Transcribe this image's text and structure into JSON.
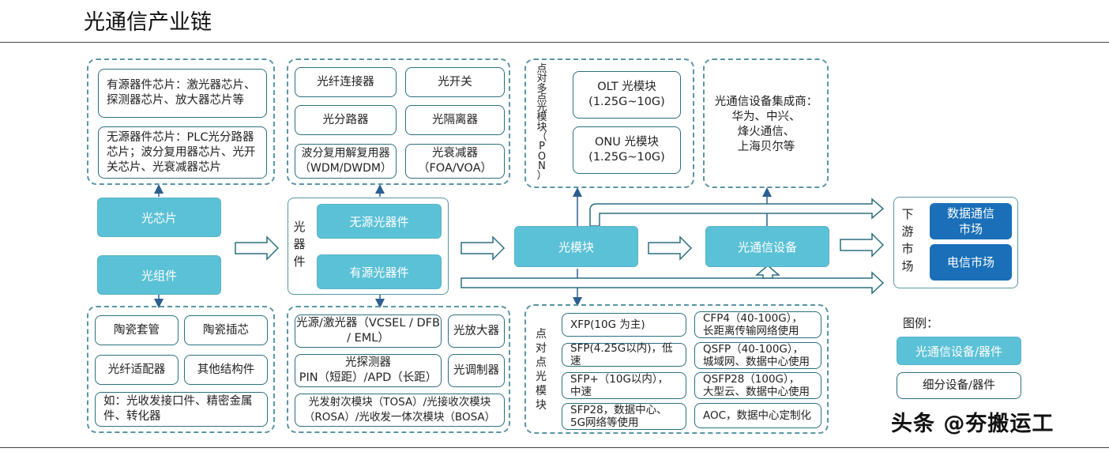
{
  "title": "光通信产业链",
  "colors": {
    "core": "#5bc1d6",
    "market": "#1a6fb8",
    "dashed_border": "#5a95a6",
    "box_border": "#2b6f80"
  },
  "core": {
    "chip": "光芯片",
    "component": "光组件",
    "device_side_label": "光\n器\n件",
    "passive": "无源光器件",
    "active": "有源光器件",
    "module": "光模块",
    "equipment": "光通信设备"
  },
  "upstream_chips": {
    "active_chip": "有源器件芯片：激光器芯片、探测器芯片、放大器芯片等",
    "passive_chip": "无源器件芯片：PLC光分路器芯片；波分复用器芯片、光开关芯片、光衰减器芯片"
  },
  "components": {
    "items": [
      "陶瓷套管",
      "陶瓷插芯",
      "光纤适配器",
      "其他结构件"
    ],
    "note": "如：光收发接口件、精密金属件、转化器"
  },
  "passive_devices": [
    "光纤连接器",
    "光开关",
    "光分路器",
    "光隔离器",
    "波分复用解复用器\n（WDM/DWDM）",
    "光衰减器\n（FOA/VOA）"
  ],
  "active_devices": {
    "laser": "光源/激光器（VCSEL / DFB / EML）",
    "amplifier": "光放大器",
    "detector": "光探测器\nPIN（短距）/APD（长距）",
    "modulator": "光调制器",
    "osa": "光发射次模块（TOSA）/光接收次模块（ROSA）/光收发一体次模块（BOSA）"
  },
  "pon": {
    "label": "点\n对\n多\n点\n光\n模\n块\n（\nP\nO\nN\n）",
    "olt": "OLT 光模块\n(1.25G~10G)",
    "onu": "ONU 光模块\n(1.25G~10G)"
  },
  "p2p": {
    "label": "点\n对\n点\n光\n模\n块",
    "left": [
      "XFP(10G 为主)",
      "SFP(4.25G以内)，低速",
      "SFP+（10G以内），\n中速",
      "SFP28，数据中心、\n5G网络等使用"
    ],
    "right": [
      "CFP4（40-100G），\n长距离传输网络使用",
      "QSFP（40-100G），\n城域网、数据中心使用",
      "QSFP28（100G），\n大型云、数据中心使用",
      "AOC，数据中心定制化"
    ]
  },
  "integrators": "光通信设备集成商：\n华为、中兴、\n烽火通信、\n上海贝尔等",
  "downstream": {
    "label": "下\n游\n市\n场",
    "datacom": "数据通信\n市场",
    "telecom": "电信市场"
  },
  "legend": {
    "title": "图例：",
    "core": "光通信设备/器件",
    "sub": "细分设备/器件"
  },
  "watermark": "头条 @夯搬运工"
}
